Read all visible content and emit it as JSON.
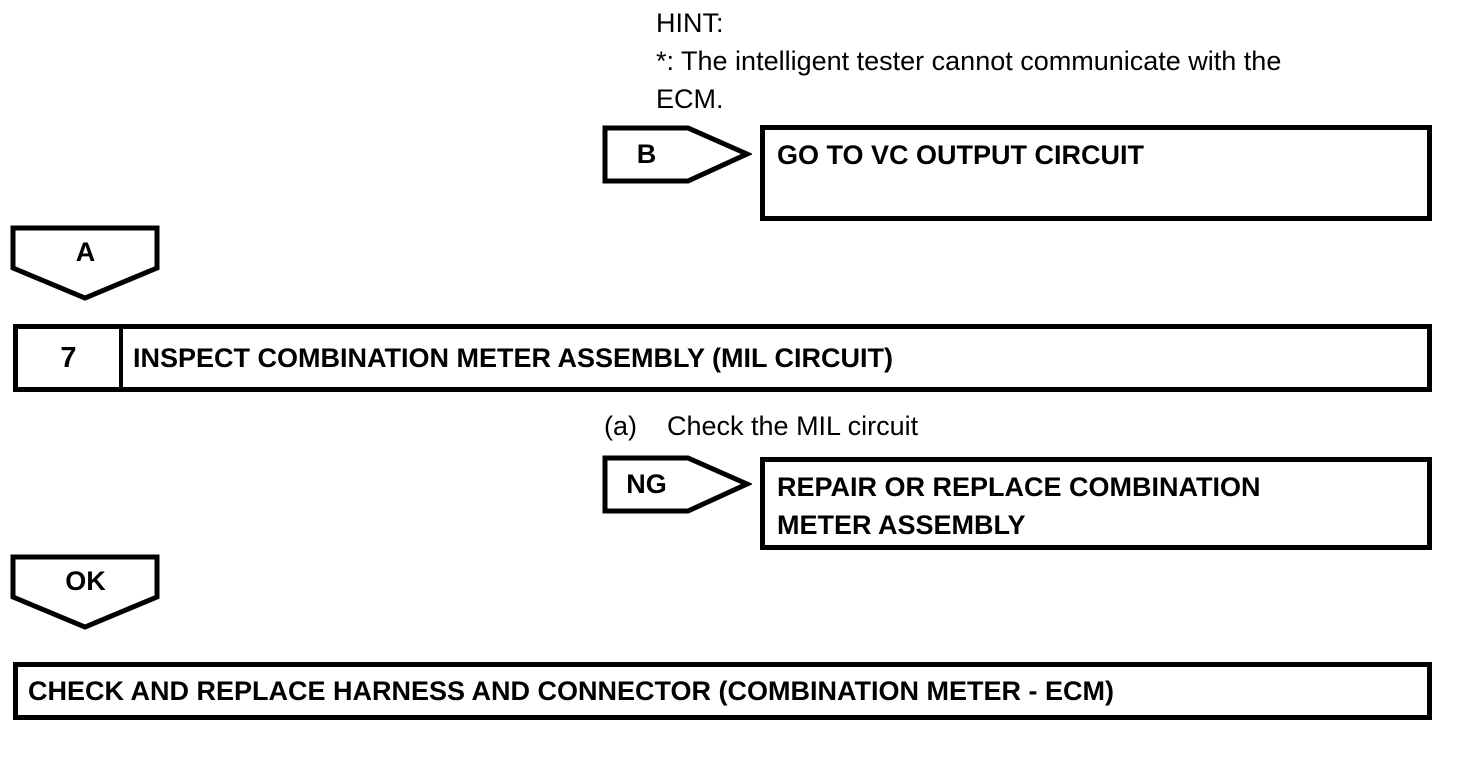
{
  "page": {
    "background_color": "#ffffff",
    "line_color": "#000000"
  },
  "hint": {
    "label": "HINT:",
    "lines": [
      "*: The intelligent tester cannot communicate with the",
      "ECM."
    ]
  },
  "flow": {
    "b_connector": {
      "label": "B",
      "result": "GO TO VC OUTPUT CIRCUIT"
    },
    "a_connector": {
      "label": "A"
    },
    "step7": {
      "number": "7",
      "title": "INSPECT COMBINATION METER ASSEMBLY (MIL CIRCUIT)"
    },
    "substep": {
      "marker": "(a)",
      "text": "Check the MIL circuit"
    },
    "ng_connector": {
      "label": "NG",
      "result_lines": [
        "REPAIR OR REPLACE COMBINATION",
        "METER ASSEMBLY"
      ]
    },
    "ok_connector": {
      "label": "OK"
    },
    "final": {
      "text": "CHECK AND REPLACE HARNESS AND CONNECTOR (COMBINATION METER - ECM)"
    }
  }
}
